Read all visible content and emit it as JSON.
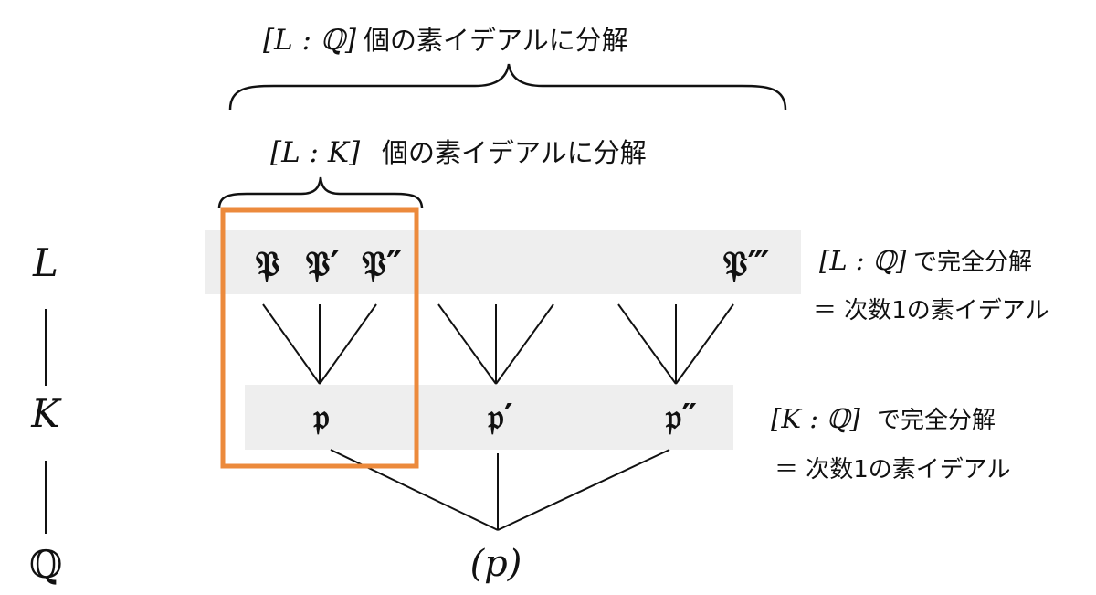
{
  "tower": {
    "fields": [
      "L",
      "K",
      "Q"
    ]
  },
  "top_label": {
    "bracket": "[L : ℚ]",
    "text": "個の素イデアルに分解"
  },
  "mid_label": {
    "bracket": "[L : K]",
    "text": "個の素イデアルに分解"
  },
  "primes_L": [
    "𝔓",
    "𝔓′",
    "𝔓″",
    "𝔓‴"
  ],
  "primes_K": [
    "𝔭",
    "𝔭′",
    "𝔭″"
  ],
  "base_prime": "(p)",
  "note_L": {
    "bracket": "[L : ℚ]",
    "text": "で完全分解",
    "line2": "＝ 次数1の素イデアル"
  },
  "note_K": {
    "bracket": "[K : ℚ]",
    "text": "で完全分解",
    "line2": "＝ 次数1の素イデアル"
  },
  "colors": {
    "band": "#eeeeee",
    "highlight": "#ec8a3c",
    "ink": "#111111"
  }
}
